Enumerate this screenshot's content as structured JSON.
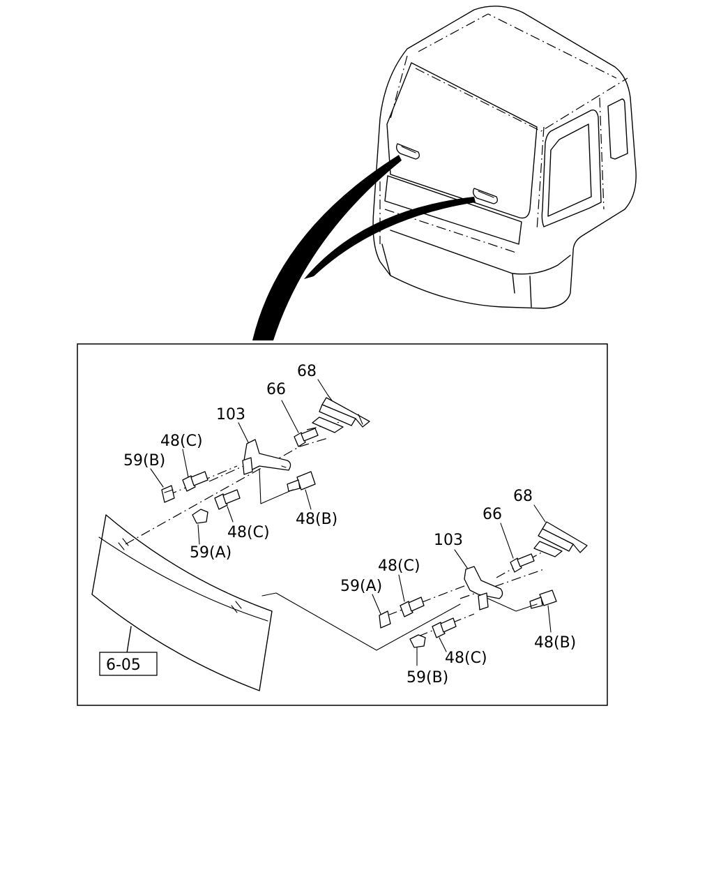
{
  "diagram": {
    "reference_label": "6-05",
    "upper_assembly": {
      "labels": [
        "68",
        "66",
        "103",
        "48(C)",
        "59(B)",
        "48(C)",
        "59(A)",
        "48(B)"
      ]
    },
    "lower_assembly": {
      "labels": [
        "68",
        "66",
        "103",
        "48(C)",
        "59(A)",
        "48(C)",
        "59(B)",
        "48(B)"
      ]
    }
  }
}
